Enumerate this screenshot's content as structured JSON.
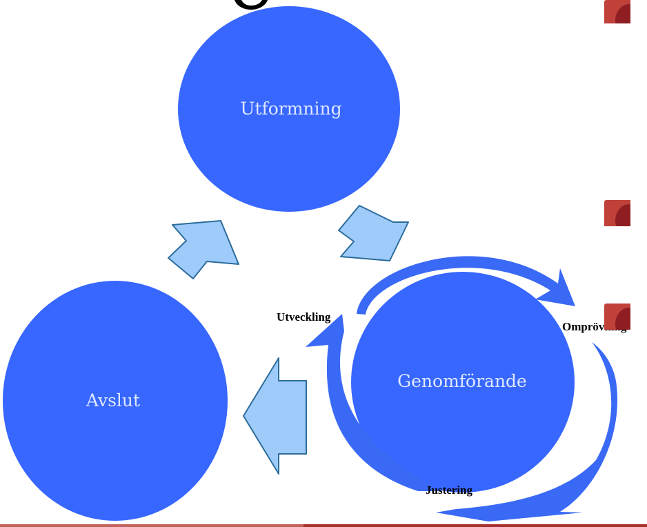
{
  "diagram": {
    "nodes": {
      "utformning": "Utformning",
      "genomforande": "Genomförande",
      "avslut": "Avslut"
    },
    "cycle_labels": {
      "utveckling": "Utveckling",
      "omprovning": "Omprövning",
      "justering": "Justering"
    }
  },
  "colors": {
    "node_fill": "#3767ff",
    "arrow_fill": "#9ecbfa",
    "arrow_stroke": "#2b6c9a",
    "cycle_arrow": "#3a69f6",
    "accent_red": "#a8302c"
  }
}
